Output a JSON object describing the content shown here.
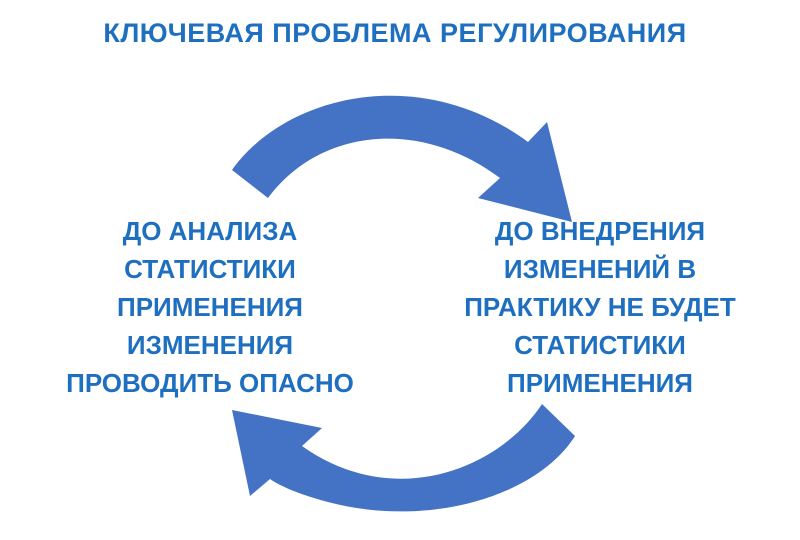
{
  "title": "КЛЮЧЕВАЯ ПРОБЛЕМА РЕГУЛИРОВАНИЯ",
  "left_statement": {
    "lines": [
      "ДО АНАЛИЗА",
      "СТАТИСТИКИ",
      "ПРИМЕНЕНИЯ",
      "ИЗМЕНЕНИЯ",
      "ПРОВОДИТЬ ОПАСНО"
    ]
  },
  "right_statement": {
    "lines": [
      "ДО ВНЕДРЕНИЯ",
      "ИЗМЕНЕНИЙ В",
      "ПРАКТИКУ НЕ БУДЕТ",
      "СТАТИСТИКИ",
      "ПРИМЕНЕНИЯ"
    ]
  },
  "colors": {
    "text": "#1f6fc0",
    "arrow": "#4472c4",
    "background": "#ffffff"
  },
  "icons": {
    "top_arrow": "curved-arrow-right",
    "bottom_arrow": "curved-arrow-left"
  }
}
